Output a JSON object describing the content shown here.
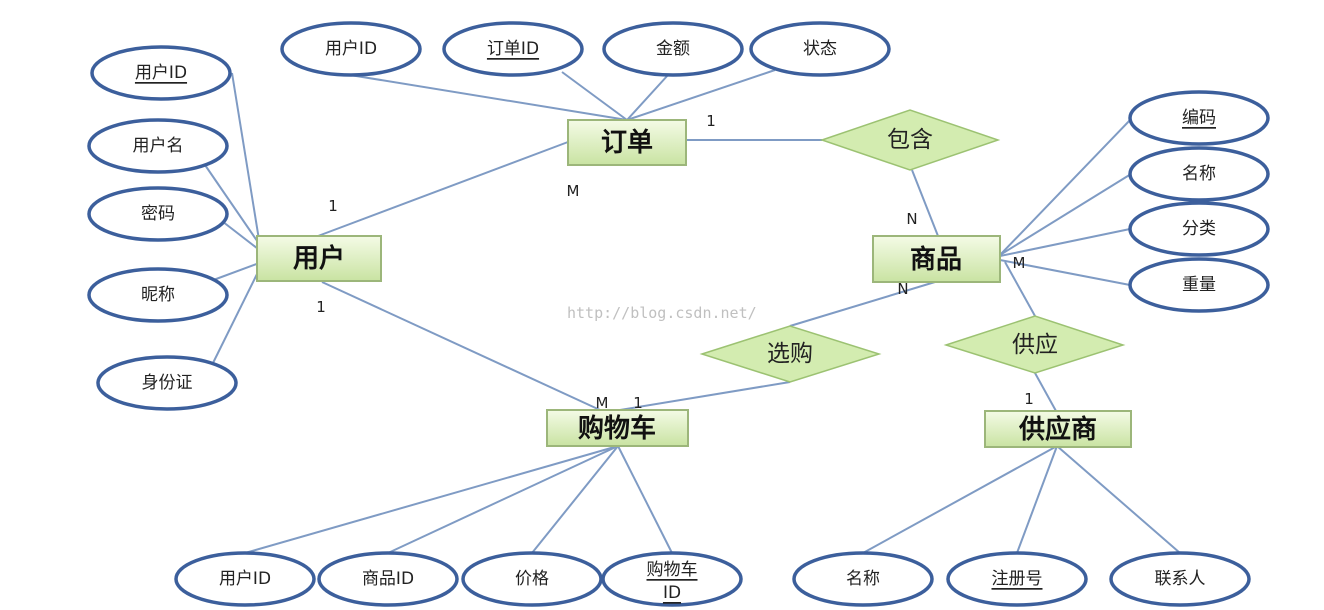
{
  "entities": {
    "user": "用户",
    "order": "订单",
    "product": "商品",
    "cart": "购物车",
    "supplier": "供应商"
  },
  "relationships": {
    "contains": "包含",
    "select": "选购",
    "supply": "供应"
  },
  "attributes": {
    "user": [
      "用户ID",
      "用户名",
      "密码",
      "昵称",
      "身份证"
    ],
    "order": [
      "用户ID",
      "订单ID",
      "金额",
      "状态"
    ],
    "product": [
      "编码",
      "名称",
      "分类",
      "重量"
    ],
    "cart": [
      "用户ID",
      "商品ID",
      "价格",
      "购物车",
      "ID"
    ],
    "supplier": [
      "名称",
      "注册号",
      "联系人"
    ]
  },
  "cardinalities": {
    "user_order_user": "1",
    "user_order_order": "M",
    "order_contains": "1",
    "contains_product": "N",
    "user_cart_user": "1",
    "user_cart_cart": "M",
    "cart_select": "1",
    "select_product": "N",
    "product_supply": "M",
    "supply_supplier": "1"
  },
  "watermark": "http://blog.csdn.net/"
}
